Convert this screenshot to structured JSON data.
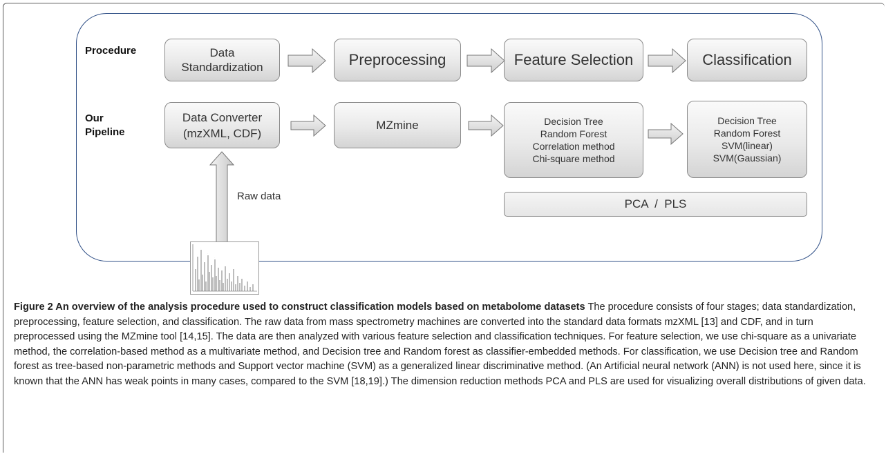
{
  "diagram": {
    "row_labels": {
      "procedure": "Procedure",
      "pipeline": "Our\nPipeline"
    },
    "procedure_steps": [
      "Data\nStandardization",
      "Preprocessing",
      "Feature Selection",
      "Classification"
    ],
    "pipeline_steps": [
      "Data Converter\n(mzXML, CDF)",
      "MZmine",
      "Decision Tree\nRandom Forest\nCorrelation method\nChi-square method",
      "Decision Tree\nRandom Forest\nSVM(linear)\nSVM(Gaussian)"
    ],
    "bottom_bar": "PCA  /  PLS",
    "input_label": "Raw data",
    "input_image": "mass-spectrum-thumbnail",
    "colors": {
      "panel_border": "#2f4f86",
      "box_fill_light": "#fafafa",
      "box_fill_dark": "#d4d4d4",
      "box_border": "#8a8a8a"
    }
  },
  "caption": {
    "title": "Figure 2 An overview of the analysis procedure used to construct classification models based on metabolome datasets",
    "body": " The procedure consists of four stages; data standardization, preprocessing, feature selection, and classification. The raw data from mass spectrometry machines are converted into the standard data formats mzXML [13] and CDF, and in turn preprocessed using the MZmine tool [14,15]. The data are then analyzed with various feature selection and classification techniques. For feature selection, we use chi-square as a univariate method, the correlation-based method as a multivariate method, and Decision tree and Random forest as classifier-embedded methods. For classification, we use Decision tree and Random forest as tree-based non-parametric methods and Support vector machine (SVM) as a generalized linear discriminative method. (An Artificial neural network (ANN) is not used here, since it is known that the ANN has weak points in many cases, compared to the SVM [18,19].) The dimension reduction methods PCA and PLS are used for visualizing overall distributions of given data."
  }
}
